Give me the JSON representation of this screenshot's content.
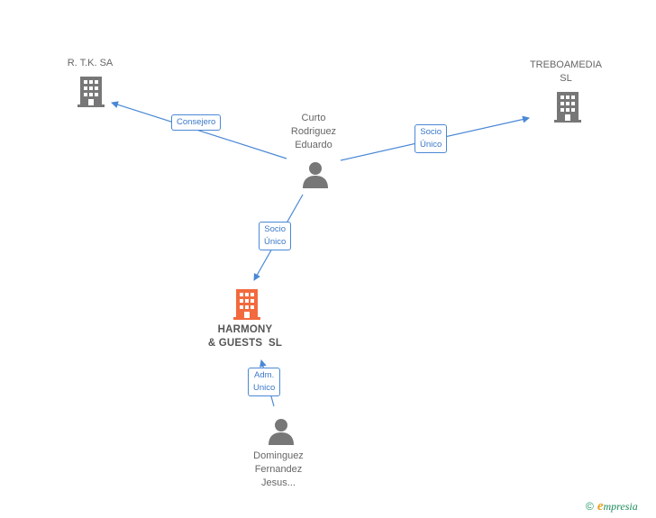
{
  "colors": {
    "edge": "#4a88d6",
    "company": "#777777",
    "company_focus": "#f26a3e",
    "person": "#777777"
  },
  "nodes": {
    "rtk": {
      "lines": [
        "R. T.K. SA"
      ],
      "icon": "building-icon"
    },
    "treboamedia": {
      "lines": [
        "TREBOAMEDIA",
        "SL"
      ],
      "icon": "building-icon"
    },
    "curto": {
      "lines": [
        "Curto",
        "Rodriguez",
        "Eduardo"
      ],
      "icon": "person-icon"
    },
    "harmony": {
      "lines": [
        "HARMONY",
        "& GUESTS  SL"
      ],
      "icon": "building-icon"
    },
    "dominguez": {
      "lines": [
        "Dominguez",
        "Fernandez",
        "Jesus..."
      ],
      "icon": "person-icon"
    }
  },
  "edges": {
    "consejero": {
      "lines": [
        "Consejero"
      ]
    },
    "socio_unico_treboa": {
      "lines": [
        "Socio",
        "Único"
      ]
    },
    "socio_unico_harmony": {
      "lines": [
        "Socio",
        "Único"
      ]
    },
    "adm_unico": {
      "lines": [
        "Adm.",
        "Unico"
      ]
    }
  },
  "brand": {
    "copyright": "©",
    "initial": "e",
    "rest": "mpresia"
  }
}
